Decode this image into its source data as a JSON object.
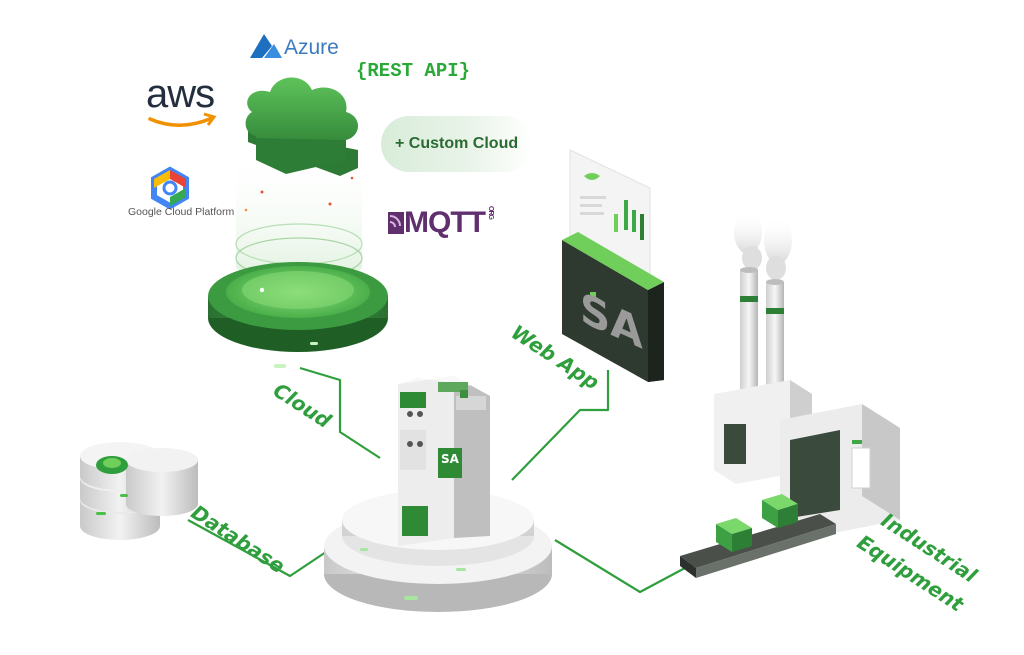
{
  "labels": {
    "cloud": "Cloud",
    "database": "Database",
    "web_app": "Web App",
    "industrial_equipment_line1": "Industrial",
    "industrial_equipment_line2": "Equipment"
  },
  "cloud_providers": {
    "azure": "Azure",
    "rest_api": "{REST API}",
    "aws": "aws",
    "custom_cloud": "+ Custom Cloud",
    "google": "Google Cloud Platform",
    "mqtt": "MQTT",
    "mqtt_suffix": "ORG"
  },
  "device_brand": "SA",
  "colors": {
    "accent_green": "#2f9e3c",
    "dark_green": "#1f6b2a",
    "light_green": "#6fcf5a"
  }
}
